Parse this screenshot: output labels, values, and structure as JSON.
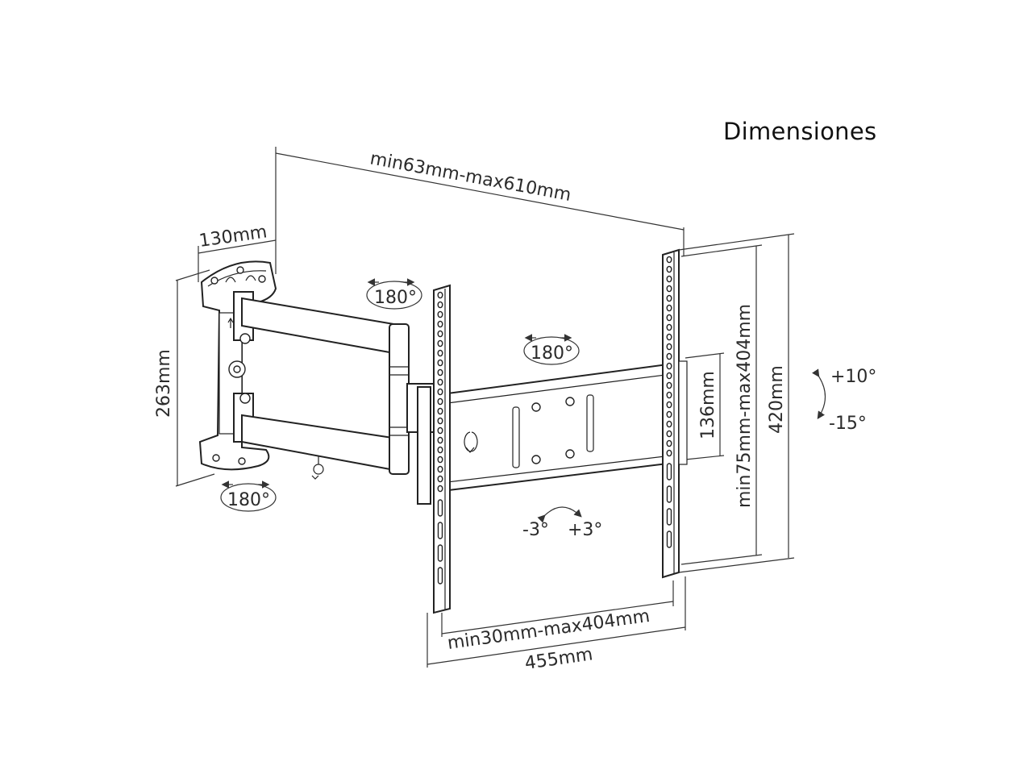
{
  "title": "Dimensiones",
  "dimensions": {
    "arm_extension": "min63mm-max610mm",
    "wall_plate_depth": "130mm",
    "wall_plate_height": "263mm",
    "vesa_vertical_range": "min75mm-max404mm",
    "bracket_height": "420mm",
    "vertical_slot_spacing": "136mm",
    "vesa_horizontal_range": "min30mm-max404mm",
    "bracket_width": "455mm"
  },
  "rotations": {
    "wall_pivot": "180°",
    "arm_pivot": "180°",
    "bracket_pivot": "180°",
    "tilt_up": "+10°",
    "tilt_down": "-15°",
    "level_left": "-3°",
    "level_right": "+3°"
  }
}
